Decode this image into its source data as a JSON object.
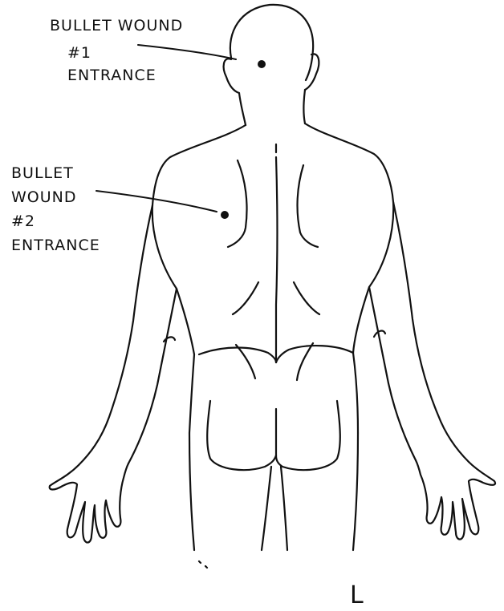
{
  "annotations": {
    "wound1": {
      "line1": "BULLET WOUND",
      "line2": "#1",
      "line3": "ENTRANCE"
    },
    "wound2": {
      "line1": "BULLET",
      "line2": "WOUND",
      "line3": "#2",
      "line4": "ENTRANCE"
    }
  },
  "side_label": "L",
  "colors": {
    "ink": "#111111",
    "paper": "#ffffff"
  }
}
